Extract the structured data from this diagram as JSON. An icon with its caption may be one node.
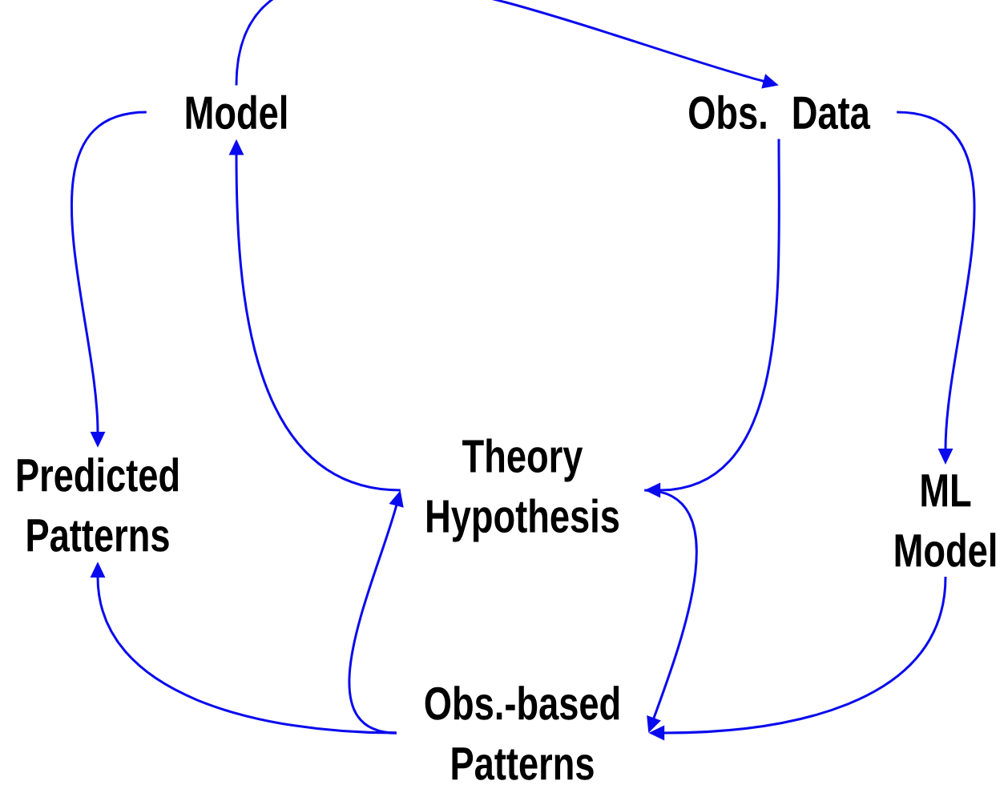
{
  "diagram": {
    "nodes": [
      {
        "text": [
          "Model"
        ]
      },
      {
        "text": [
          "Obs. Data"
        ]
      },
      {
        "text": [
          "Predicted Patterns"
        ]
      },
      {
        "text": [
          "Theory Hypothesis"
        ]
      },
      {
        "text": [
          "ML Model"
        ]
      },
      {
        "text": [
          "Obs.-based Patterns"
        ]
      }
    ],
    "edges": [
      {
        "from": 0,
        "to": 1,
        "arrow": "to"
      },
      {
        "from": 0,
        "to": 2,
        "arrow": "to"
      },
      {
        "from": 3,
        "to": 0,
        "arrow": "to"
      },
      {
        "from": 1,
        "to": 3,
        "arrow": "to"
      },
      {
        "from": 1,
        "to": 4,
        "arrow": "to"
      },
      {
        "from": 5,
        "to": 3,
        "arrow": "to"
      },
      {
        "from": 3,
        "to": 5,
        "arrow": "to"
      },
      {
        "from": 4,
        "to": 5,
        "arrow": "to"
      },
      {
        "from": 5,
        "to": 2,
        "arrow": "to"
      }
    ]
  }
}
